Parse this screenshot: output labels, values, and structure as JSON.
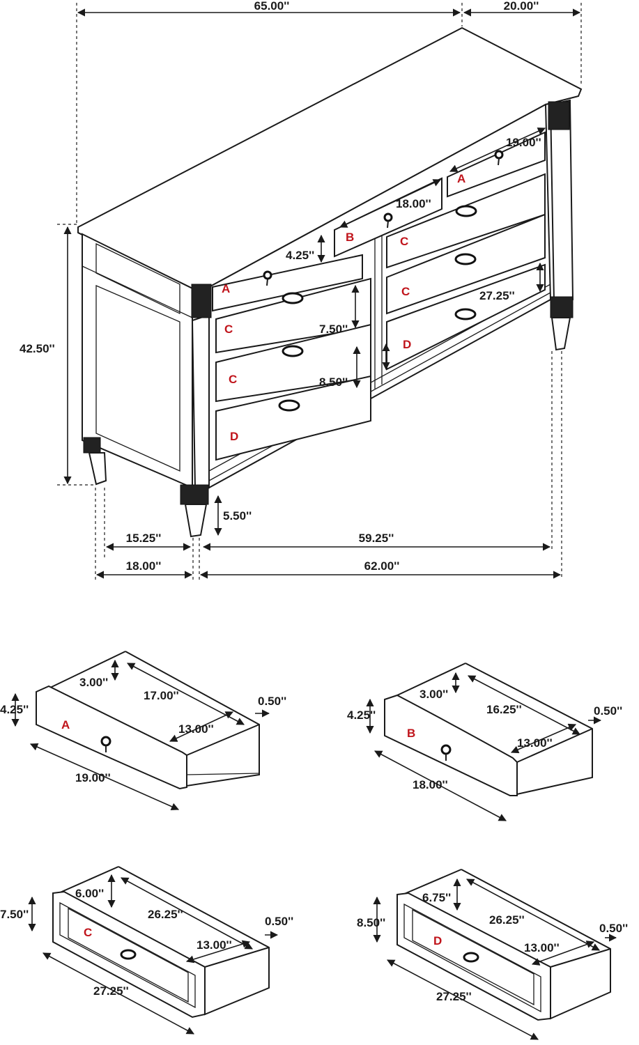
{
  "colors": {
    "line": "#1a1a1a",
    "letter": "#c0141b",
    "background": "#ffffff"
  },
  "dresser": {
    "width_label": "65.00''",
    "depth_label": "20.00''",
    "height_label": "42.50''",
    "leg_height_label": "5.50''",
    "inner_side_label": "15.25''",
    "side_depth_label": "18.00''",
    "inner_width_label": "59.25''",
    "front_width_label": "62.00''",
    "drawer_a_width": "19.00''",
    "drawer_b_width": "18.00''",
    "drawer_a_height": "4.25''",
    "drawer_c_height": "7.50''",
    "drawer_d_height": "8.50''",
    "drawer_c_width": "27.25''",
    "drawer_letters": [
      "A",
      "B",
      "A",
      "C",
      "C",
      "C",
      "C",
      "D",
      "D"
    ]
  },
  "drawers": [
    {
      "letter": "A",
      "height": "4.25''",
      "inner_height": "3.00''",
      "inner_depth": "17.00''",
      "inner_width": "13.00''",
      "side": "0.50''",
      "width": "19.00''"
    },
    {
      "letter": "B",
      "height": "4.25''",
      "inner_height": "3.00''",
      "inner_depth": "16.25''",
      "inner_width": "13.00''",
      "side": "0.50''",
      "width": "18.00''"
    },
    {
      "letter": "C",
      "height": "7.50''",
      "inner_height": "6.00''",
      "inner_depth": "26.25''",
      "inner_width": "13.00''",
      "side": "0.50''",
      "width": "27.25''"
    },
    {
      "letter": "D",
      "height": "8.50''",
      "inner_height": "6.75''",
      "inner_depth": "26.25''",
      "inner_width": "13.00''",
      "side": "0.50''",
      "width": "27.25''"
    }
  ]
}
